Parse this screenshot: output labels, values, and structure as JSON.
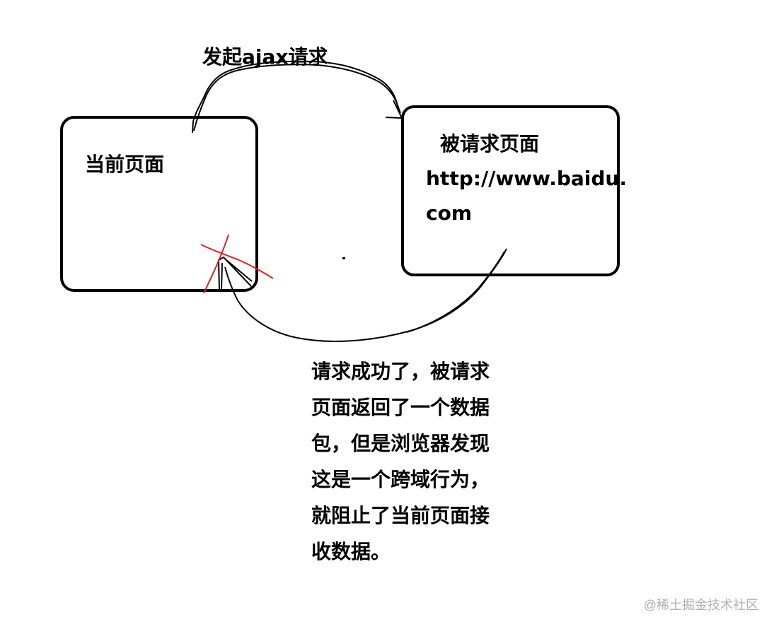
{
  "request_label": "发起ajax请求",
  "current_page": {
    "title": "当前页面"
  },
  "target_page": {
    "title": "被请求页面",
    "url_line1": "http://www.baidu.",
    "url_line2": "com"
  },
  "explanation": {
    "lines": [
      "请求成功了，被请求",
      "页面返回了一个数据",
      "包，但是浏览器发现",
      "这是一个跨域行为，",
      "就阻止了当前页面接",
      "收数据。"
    ]
  },
  "watermark": "@稀土掘金技术社区",
  "colors": {
    "stroke": "#000000",
    "blocked_mark": "#e02020",
    "watermark": "#b0b0b0"
  }
}
